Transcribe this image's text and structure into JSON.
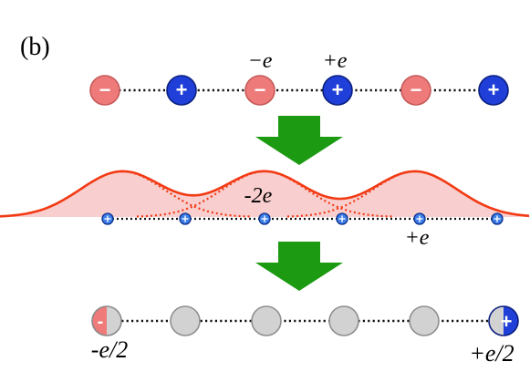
{
  "panel_label": "(b)",
  "row1": {
    "charges": [
      "-",
      "+",
      "-",
      "+",
      "-",
      "+"
    ],
    "minus_sign": "−",
    "plus_sign": "+",
    "label_minus": "−e",
    "label_plus": "+e"
  },
  "row2": {
    "label_density": "-2e",
    "label_charge": "+e",
    "peak_count": 3,
    "site_count": 6
  },
  "row3": {
    "site_count": 6,
    "label_left": "-e/2",
    "label_right": "+e/2",
    "left_sign": "-",
    "right_sign": "+"
  },
  "colors": {
    "negative": "#ee7a7a",
    "positive": "#1f3fd8",
    "neutral": "#d2d2d2",
    "arrow": "#1c9a12",
    "density_line": "#f23a14",
    "density_fill": "#f8cece"
  },
  "icons": [
    "down-arrow-icon",
    "down-arrow-icon"
  ]
}
